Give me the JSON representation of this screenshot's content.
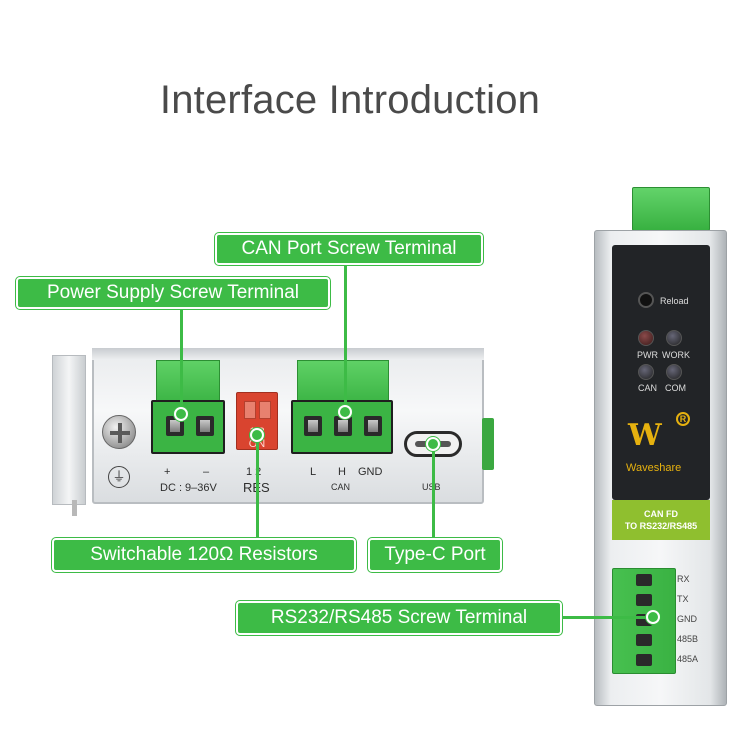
{
  "title": "Interface Introduction",
  "callouts": {
    "can_port": "CAN Port Screw Terminal",
    "power_supply": "Power Supply Screw Terminal",
    "resistors": "Switchable 120Ω Resistors",
    "type_c": "Type-C Port",
    "rs232_rs485": "RS232/RS485 Screw Terminal"
  },
  "side_silkscreen": {
    "plus": "+",
    "minus": "–",
    "dc": "DC : 9–36V",
    "res_numbers": "1  2",
    "res": "RES",
    "can_l": "L",
    "can_h": "H",
    "can_gnd": "GND",
    "can": "CAN",
    "usb": "USB",
    "dip_numbers": "1 2",
    "dip_on": "ON"
  },
  "front_panel": {
    "reload": "Reload",
    "led_pwr": "PWR",
    "led_work": "WORK",
    "led_can": "CAN",
    "led_com": "COM",
    "brand": "Waveshare",
    "logo_mark": "W",
    "logo_r": "R",
    "label_line1": "CAN FD",
    "label_line2": "TO RS232/RS485",
    "pins": [
      "RX",
      "TX",
      "GND",
      "485B",
      "485A"
    ]
  },
  "colors": {
    "accent_green": "#3dbb46",
    "brand_gold": "#e6b10f"
  },
  "icons": [
    "ground-icon",
    "screw-icon",
    "reload-button-icon",
    "waveshare-logo-icon"
  ]
}
